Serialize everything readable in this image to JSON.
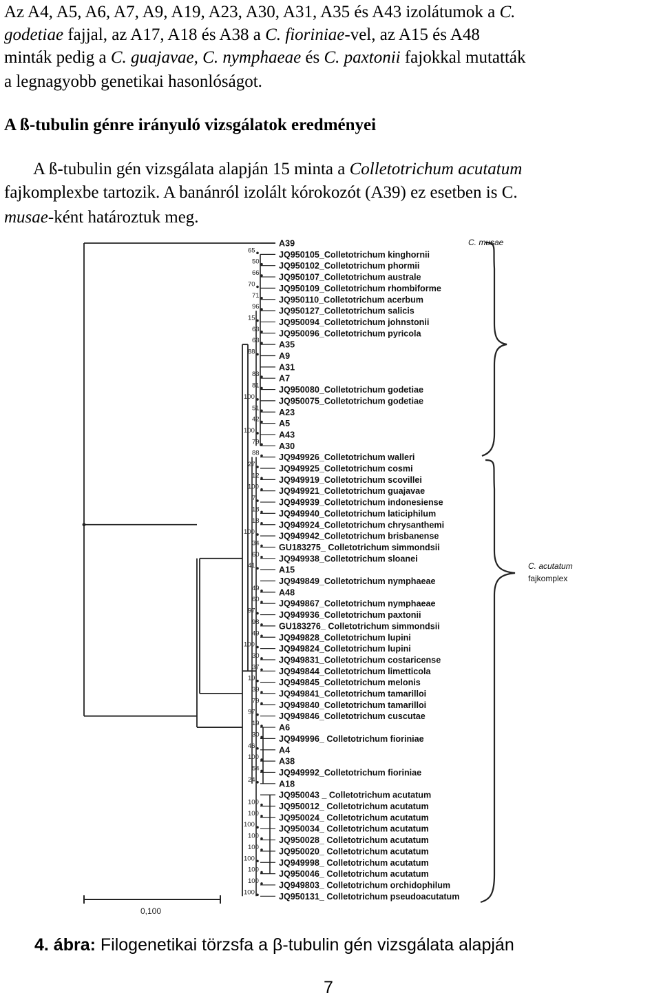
{
  "paragraph1": {
    "l1a": "Az A4, A5, A6, A7, A9, A19, A23, A30, A31, A35 és A43 izolátumok a ",
    "l1b": "C.",
    "l2a": "godetiae",
    "l2b": " fajjal, az A17, A18 és A38 a ",
    "l2c": "C. fioriniae",
    "l2d": "-vel, az A15 és A48",
    "l3a": "minták pedig a ",
    "l3b": "C. guajavae, C. nymphaeae",
    "l3c": " és ",
    "l3d": "C. paxtonii",
    "l3e": " fajokkal mutatták",
    "l4": "a legnagyobb genetikai hasonlóságot."
  },
  "heading": "A ß-tubulin génre irányuló vizsgálatok eredményei",
  "paragraph2": {
    "l1a": "A ß-tubulin gén vizsgálata alapján 15 minta a ",
    "l1b": "Colletotrichum acutatum",
    "l2": "fajkomplexbe tartozik. A banánról izolált kórokozót (A39) ez esetben is C.",
    "l3a": "musae",
    "l3b": "-ként határoztuk meg."
  },
  "tree": {
    "taxa": [
      "A39",
      "JQ950105_Colletotrichum kinghornii",
      "JQ950102_Colletotrichum phormii",
      "JQ950107_Colletotrichum australe",
      "JQ950109_Colletotrichum rhombiforme",
      "JQ950110_Colletotrichum acerbum",
      "JQ950127_Colletotrichum salicis",
      "JQ950094_Colletotrichum johnstonii",
      "JQ950096_Colletotrichum pyricola",
      "A35",
      "A9",
      "A31",
      "A7",
      "JQ950080_Colletotrichum godetiae",
      "JQ950075_Colletotrichum godetiae",
      "A23",
      "A5",
      "A43",
      "A30",
      "JQ949926_Colletotrichum walleri",
      "JQ949925_Colletotrichum cosmi",
      "JQ949919_Colletotrichum scovillei",
      "JQ949921_Colletotrichum guajavae",
      "JQ949939_Colletotrichum indonesiense",
      "JQ949940_Colletotrichum laticiphilum",
      "JQ949924_Colletotrichum chrysanthemi",
      "JQ949942_Colletotrichum brisbanense",
      "GU183275_ Colletotrichum simmondsii",
      "JQ949938_Colletotrichum sloanei",
      "A15",
      "JQ949849_Colletotrichum nymphaeae",
      "A48",
      "JQ949867_Colletotrichum nymphaeae",
      "JQ949936_Colletotrichum paxtonii",
      "GU183276_ Colletotrichum simmondsii",
      "JQ949828_Colletotrichum lupini",
      "JQ949824_Colletotrichum lupini",
      "JQ949831_Colletotrichum costaricense",
      "JQ949844_Colletotrichum limetticola",
      "JQ949845_Colletotrichum melonis",
      "JQ949841_Colletotrichum tamarilloi",
      "JQ949840_Colletotrichum tamarilloi",
      "JQ949846_Colletotrichum cuscutae",
      "A6",
      "JQ949996_ Colletotrichum fioriniae",
      "A4",
      "A38",
      "JQ949992_Colletotrichum fioriniae",
      "A18",
      "JQ950043 _ Colletotrichum acutatum",
      "JQ950012_ Colletotrichum acutatum",
      "JQ950024_ Colletotrichum acutatum",
      "JQ950034_ Colletotrichum acutatum",
      "JQ950028_ Colletotrichum acutatum",
      "JQ950020_ Colletotrichum acutatum",
      "JQ949998_ Colletotrichum acutatum",
      "JQ950046_ Colletotrichum acutatum",
      "JQ949803_ Colletotrichum orchidophilum",
      "JQ950131_ Colletotrichum pseudoacutatum"
    ],
    "bootstrap": [
      "65",
      "50",
      "66",
      "70",
      "71",
      "96",
      "15",
      "63",
      "63",
      "88",
      "83",
      "81",
      "100",
      "51",
      "42",
      "100",
      "79",
      "88",
      "27",
      "12",
      "100",
      "7",
      "18",
      "18",
      "100",
      "34",
      "60",
      "41",
      "49",
      "60",
      "97",
      "98",
      "49",
      "100",
      "30",
      "37",
      "19",
      "39",
      "79",
      "97",
      "19",
      "30",
      "46",
      "100",
      "54",
      "24",
      "100",
      "100",
      "100",
      "100",
      "100",
      "100",
      "100",
      "100",
      "100"
    ],
    "clade_musae": "C. musae",
    "clade_acutatum_1": "C. acutatum",
    "clade_acutatum_2": "fajkomplex",
    "scale_label": "0,100"
  },
  "caption": {
    "label": "4. ábra:",
    "text": " Filogenetikai törzsfa a β-tubulin gén vizsgálata alapján"
  },
  "page_number": "7"
}
